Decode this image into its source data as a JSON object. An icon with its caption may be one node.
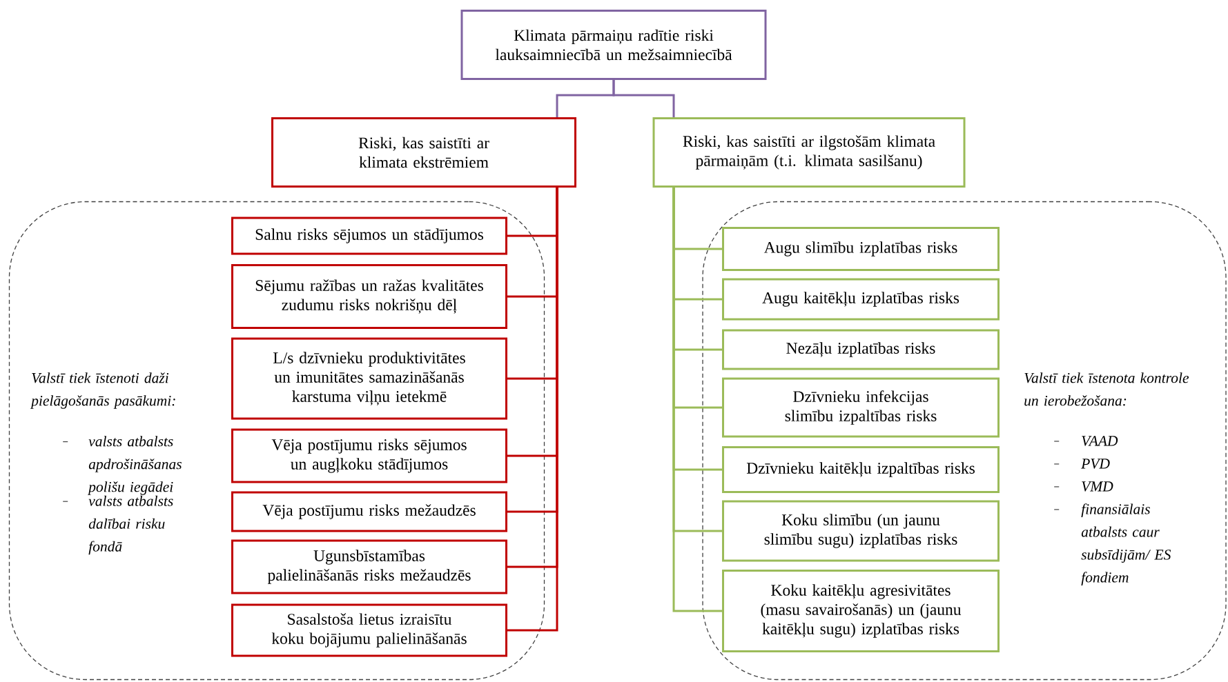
{
  "diagram": {
    "nodes": [
      {
        "text": [
          "Klimata pārmaiņu radītie riski lauksaimniecībā un mežsaimniecībā"
        ]
      },
      {
        "text": [
          "Riski, kas saistīti ar klimata ekstrēmiem"
        ]
      },
      {
        "text": [
          "Riski, kas saistīti ar ilgstošām klimata pārmaiņām (t.i. klimata sasilšanu)"
        ]
      },
      {
        "text": [
          "Valstī tiek īstenoti daži pielāgošanās pasākumi:",
          "valsts atbalsts apdrošināšanas polišu iegādei",
          "valsts atbalsts dalībai risku fondā"
        ]
      },
      {
        "text": [
          "Salnu risks sējumos un stādījumos"
        ],
        "in": 3
      },
      {
        "text": [
          "Sējumu ražības un ražas kvalitātes zudumu risks nokrišņu dēļ"
        ],
        "in": 3
      },
      {
        "text": [
          "L/s dzīvnieku produktivitātes un imunitātes samazināšanās karstuma viļņu ietekmē"
        ],
        "in": 3
      },
      {
        "text": [
          "Vēja postījumu risks sējumos un augļkoku stādījumos"
        ],
        "in": 3
      },
      {
        "text": [
          "Vēja postījumu risks mežaudzēs"
        ],
        "in": 3
      },
      {
        "text": [
          "Ugunsbīstamības palielināšanās risks mežaudzēs"
        ],
        "in": 3
      },
      {
        "text": [
          "Sasalstoša lietus izraisītu koku bojājumu palielināšanās"
        ],
        "in": 3
      },
      {
        "text": [
          "Valstī tiek īstenota kontrole un ierobežošana:",
          "VAAD",
          "PVD",
          "VMD",
          "finansiālais atbalsts caur subsīdijām/ ES fondiem"
        ]
      },
      {
        "text": [
          "Augu slimību izplatības risks"
        ],
        "in": 11
      },
      {
        "text": [
          "Augu kaitēkļu izplatības risks"
        ],
        "in": 11
      },
      {
        "text": [
          "Nezāļu izplatības risks"
        ],
        "in": 11
      },
      {
        "text": [
          "Dzīvnieku infekcijas slimību izpaltības risks"
        ],
        "in": 11
      },
      {
        "text": [
          "Dzīvnieku kaitēkļu izpaltības risks"
        ],
        "in": 11
      },
      {
        "text": [
          "Koku slimību (un jaunu slimību sugu) izplatības risks"
        ],
        "in": 11
      },
      {
        "text": [
          "Koku kaitēkļu agresivitātes (masu savairošanās) un (jaunu kaitēkļu sugu) izplatības risks"
        ],
        "in": 11
      }
    ],
    "edges": [
      {
        "from": 0,
        "to": 1,
        "arrow": "none",
        "color": "#8064a2"
      },
      {
        "from": 0,
        "to": 2,
        "arrow": "none",
        "color": "#8064a2"
      },
      {
        "from": 1,
        "to": 4,
        "arrow": "none",
        "color": "#c00000"
      },
      {
        "from": 1,
        "to": 5,
        "arrow": "none",
        "color": "#c00000"
      },
      {
        "from": 1,
        "to": 6,
        "arrow": "none",
        "color": "#c00000"
      },
      {
        "from": 1,
        "to": 7,
        "arrow": "none",
        "color": "#c00000"
      },
      {
        "from": 1,
        "to": 8,
        "arrow": "none",
        "color": "#c00000"
      },
      {
        "from": 1,
        "to": 9,
        "arrow": "none",
        "color": "#c00000"
      },
      {
        "from": 1,
        "to": 10,
        "arrow": "none",
        "color": "#c00000"
      },
      {
        "from": 2,
        "to": 12,
        "arrow": "none",
        "color": "#9bbb59"
      },
      {
        "from": 2,
        "to": 13,
        "arrow": "none",
        "color": "#9bbb59"
      },
      {
        "from": 2,
        "to": 14,
        "arrow": "none",
        "color": "#9bbb59"
      },
      {
        "from": 2,
        "to": 15,
        "arrow": "none",
        "color": "#9bbb59"
      },
      {
        "from": 2,
        "to": 16,
        "arrow": "none",
        "color": "#9bbb59"
      },
      {
        "from": 2,
        "to": 17,
        "arrow": "none",
        "color": "#9bbb59"
      },
      {
        "from": 2,
        "to": 18,
        "arrow": "none",
        "color": "#9bbb59"
      }
    ]
  }
}
